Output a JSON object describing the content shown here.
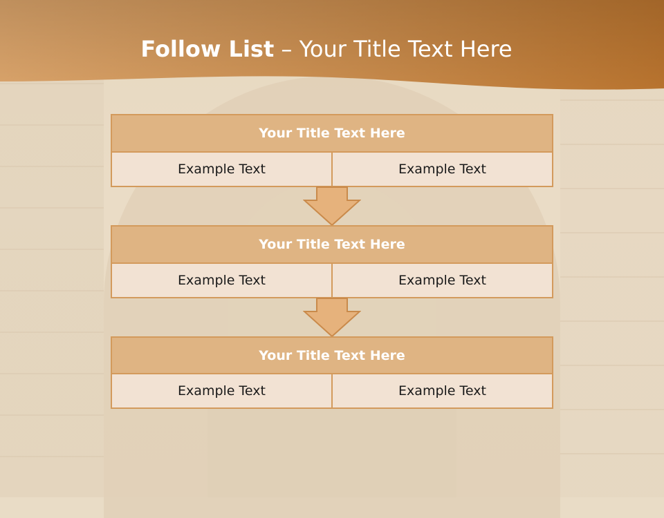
{
  "slide": {
    "title_bold": "Follow List",
    "title_rest": " – Your Title Text Here"
  },
  "blocks": [
    {
      "title": "Your Title Text Here",
      "left": "Example Text",
      "right": "Example Text"
    },
    {
      "title": "Your Title Text Here",
      "left": "Example Text",
      "right": "Example Text"
    },
    {
      "title": "Your Title Text Here",
      "left": "Example Text",
      "right": "Example Text"
    }
  ],
  "colors": {
    "header_light": "#d7a067",
    "header_dark": "#b8732e",
    "title_bar": "#dfb483",
    "border": "#d39a5c",
    "cell": "#f2e2d3",
    "arrow_fill": "#e6b27c"
  }
}
